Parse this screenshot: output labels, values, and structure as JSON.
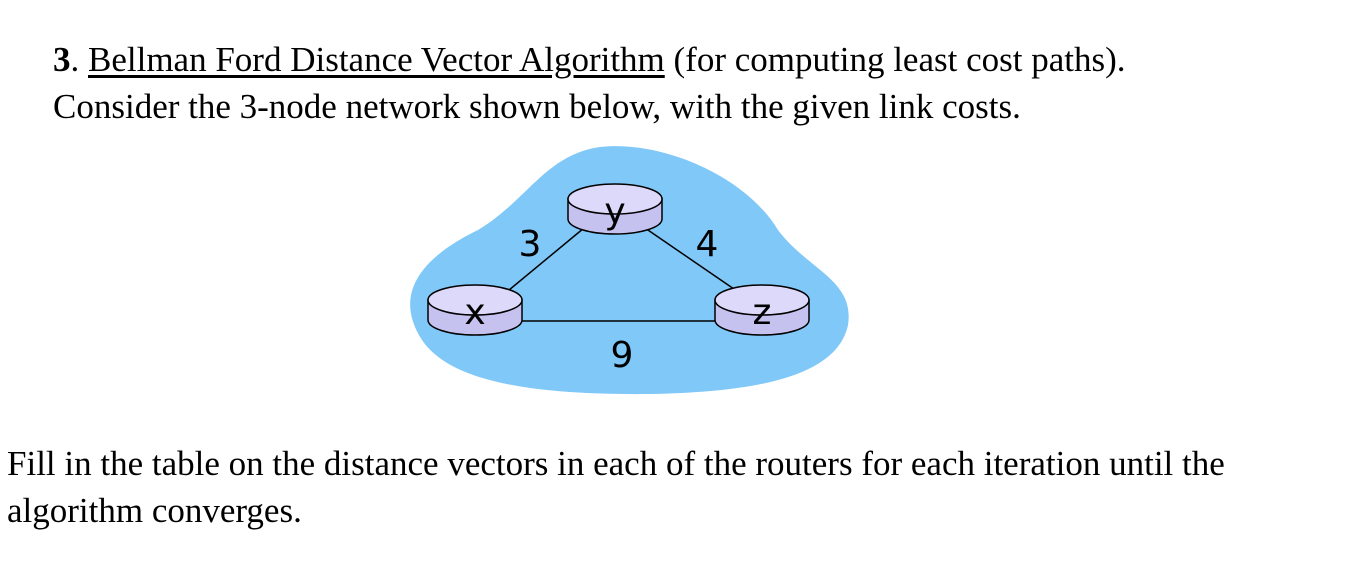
{
  "question": {
    "number": "3",
    "separator": ".",
    "title": "Bellman Ford Distance Vector Algorithm",
    "subtitle": "(for computing least cost paths).",
    "line2": "Consider the 3-node network shown below, with the given link costs."
  },
  "network": {
    "nodes": [
      {
        "id": "x",
        "label": "x"
      },
      {
        "id": "y",
        "label": "y"
      },
      {
        "id": "z",
        "label": "z"
      }
    ],
    "links": [
      {
        "from": "x",
        "to": "y",
        "cost": "3"
      },
      {
        "from": "y",
        "to": "z",
        "cost": "4"
      },
      {
        "from": "x",
        "to": "z",
        "cost": "9"
      }
    ],
    "colors": {
      "cloud": "#80c8f8",
      "router_face": "#c6c2f0",
      "router_top": "#ddd9fa",
      "outline": "#000000"
    }
  },
  "instructions": {
    "text": "Fill in the table on the distance vectors in each of the routers for each iteration until the algorithm converges."
  }
}
